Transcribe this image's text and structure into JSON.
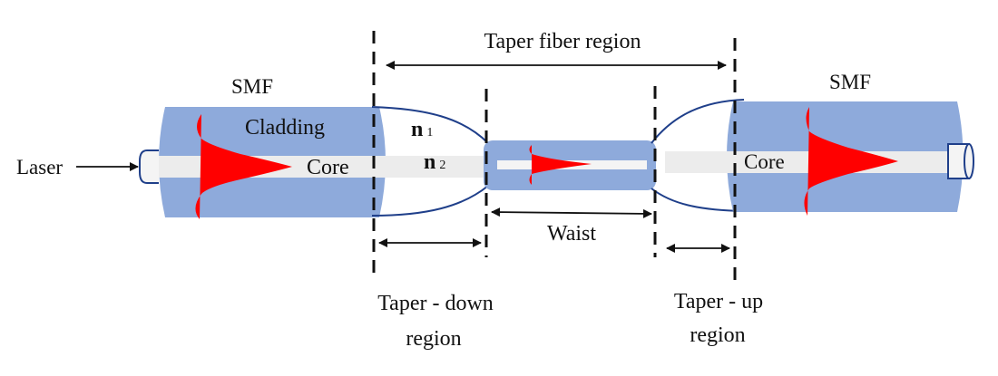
{
  "title": "Taper fiber region",
  "labels": {
    "smf_left": "SMF",
    "smf_right": "SMF",
    "cladding": "Cladding",
    "core_left": "Core",
    "core_right": "Core",
    "laser": "Laser",
    "n1_base": "n",
    "n1_sub": "1",
    "n2_base": "n",
    "n2_sub": "2",
    "waist": "Waist",
    "taper_down_line1": "Taper - down",
    "taper_down_line2": "region",
    "taper_up_line1": "Taper - up",
    "taper_up_line2": "region"
  },
  "colors": {
    "cladding": "#8eaadb",
    "core": "#ececec",
    "mode": "#ff0000",
    "outline": "#1f3f8a",
    "line": "#111111"
  }
}
